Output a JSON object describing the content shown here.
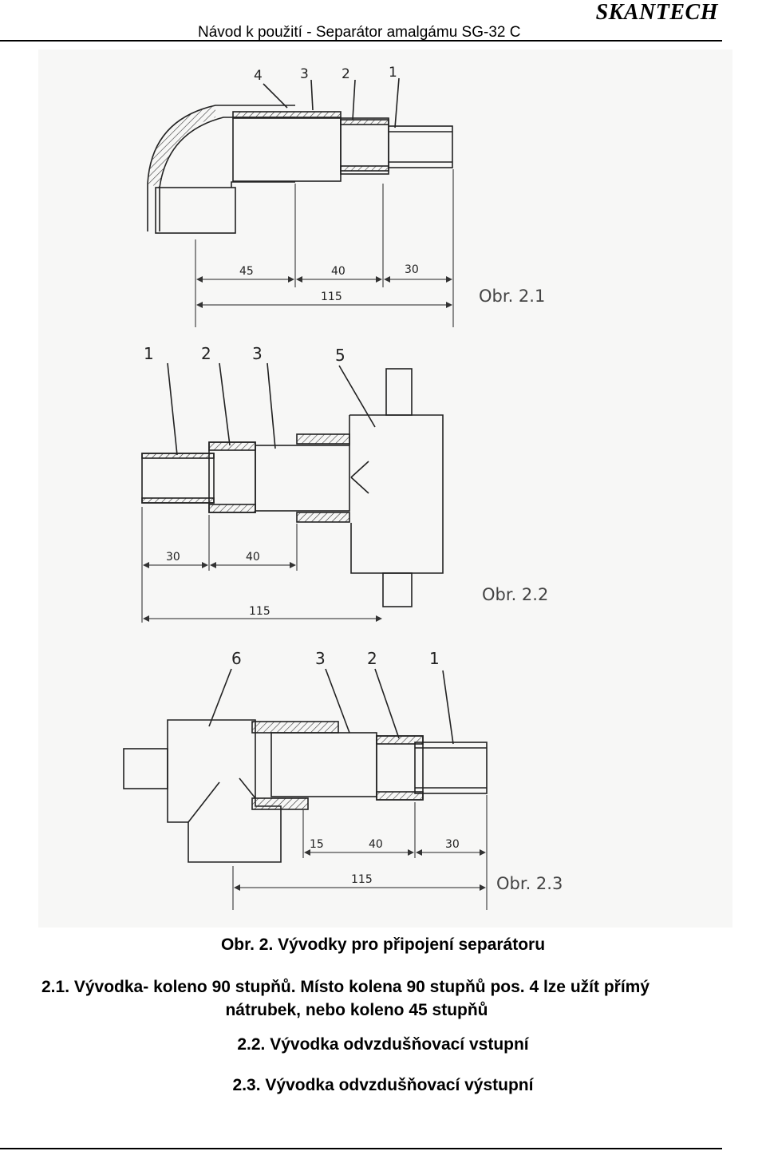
{
  "header": {
    "title": "Návod k použití - Separátor amalgámu SG-32 C",
    "brand": "SKANTECH"
  },
  "figures": {
    "fig21": {
      "label": "Obr. 2.1",
      "callouts": [
        "4",
        "3",
        "2",
        "1"
      ],
      "dims": [
        "45",
        "40",
        "30",
        "115"
      ]
    },
    "fig22": {
      "label": "Obr. 2.2",
      "callouts": [
        "1",
        "2",
        "3",
        "5"
      ],
      "dims": [
        "30",
        "40",
        "115"
      ]
    },
    "fig23": {
      "label": "Obr. 2.3",
      "callouts": [
        "6",
        "3",
        "2",
        "1"
      ],
      "dims": [
        "15",
        "40",
        "30",
        "115"
      ]
    }
  },
  "caption": "Obr. 2. Vývodky pro připojení separátoru",
  "text": {
    "p1_line1": "2.1. Vývodka- koleno 90 stupňů. Místo kolena 90 stupňů pos. 4 lze užít přímý",
    "p1_line2": "nátrubek, nebo koleno 45 stupňů",
    "item22": "2.2. Vývodka odvzdušňovací vstupní",
    "item23": "2.3. Vývodka odvzdušňovací výstupní"
  }
}
